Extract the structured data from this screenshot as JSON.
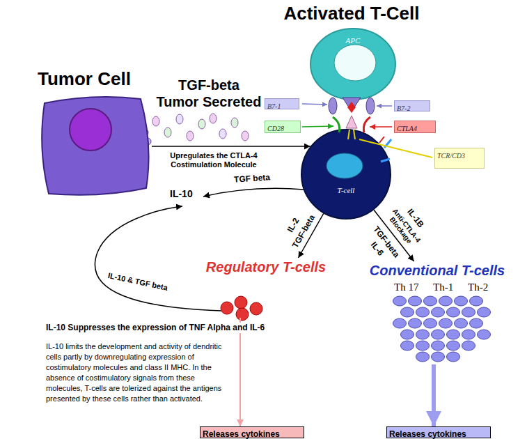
{
  "diagram": {
    "title": "Activated T-Cell",
    "nodes": [
      {
        "text": [
          "APC"
        ]
      },
      {
        "text": [
          "T-cell"
        ]
      },
      {
        "text": [
          "Tumor Cell"
        ]
      },
      {
        "text": [
          "B7-1"
        ]
      },
      {
        "text": [
          "B7-2"
        ]
      },
      {
        "text": [
          "CD28"
        ]
      },
      {
        "text": [
          "CTLA4"
        ]
      },
      {
        "text": [
          "TCR/CD3"
        ]
      },
      {
        "text": [
          "Regulatory T-cells"
        ]
      },
      {
        "text": [
          "Conventional T-cells"
        ]
      },
      {
        "text": [
          "Releases cytokines"
        ]
      },
      {
        "text": [
          "Releases cytokines"
        ]
      }
    ],
    "edges": [
      {
        "from": 2,
        "to": 1,
        "arrow": "to"
      },
      {
        "from": 1,
        "to": 8,
        "label": "IL-2",
        "arrow": "to"
      },
      {
        "from": 1,
        "to": 9,
        "label": "IL-1B",
        "arrow": "to"
      },
      {
        "from": 8,
        "to": 10,
        "arrow": "to"
      },
      {
        "from": 9,
        "to": 11,
        "arrow": "to"
      }
    ],
    "labels": [
      "TGF-beta Tumor Secreted",
      "Upregulates the CTLA-4 Costimulation Molecule",
      "IL-10",
      "TGF beta",
      "TGF-beta",
      "Anti-CTLA-4 Blockage",
      "TGF-beta",
      "IL-6",
      "Th 17",
      "Th-1",
      "Th-2",
      "IL-10 & TGF beta",
      "IL-10 Suppresses the expression of TNF Alpha and IL-6",
      "IL-10 limits the development and activity of dendritic cells partly by downregulating expression of costimulatory molecules and class II MHC. In the absence of costimulatory signals from these molecules, T-cells are tolerized against the antigens presented by these cells rather than activated."
    ]
  }
}
